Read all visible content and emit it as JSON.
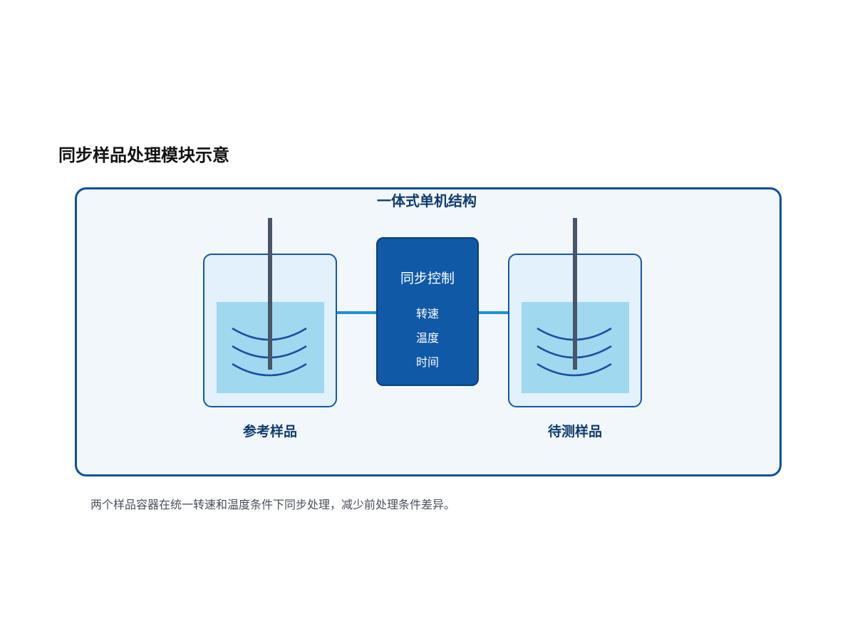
{
  "title": "同步样品处理模块示意",
  "frame": {
    "label": "一体式单机结构"
  },
  "control": {
    "title": "同步控制",
    "items": [
      "转速",
      "温度",
      "时间"
    ]
  },
  "vessels": [
    {
      "label": "参考样品"
    },
    {
      "label": "待测样品"
    }
  ],
  "caption": "两个样品容器在统一转速和温度条件下同步处理，减少前处理条件差异。",
  "colors": {
    "frame_border": "#0e4f9a",
    "frame_fill": "#f2f7fb",
    "vessel_border": "#1357a8",
    "vessel_fill": "#e2f1fb",
    "liquid": "#a0d8ef",
    "shaft": "#4a5568",
    "connector": "#1e90d6",
    "control_fill": "#1059a6",
    "ripple": "#1a4fa0"
  }
}
